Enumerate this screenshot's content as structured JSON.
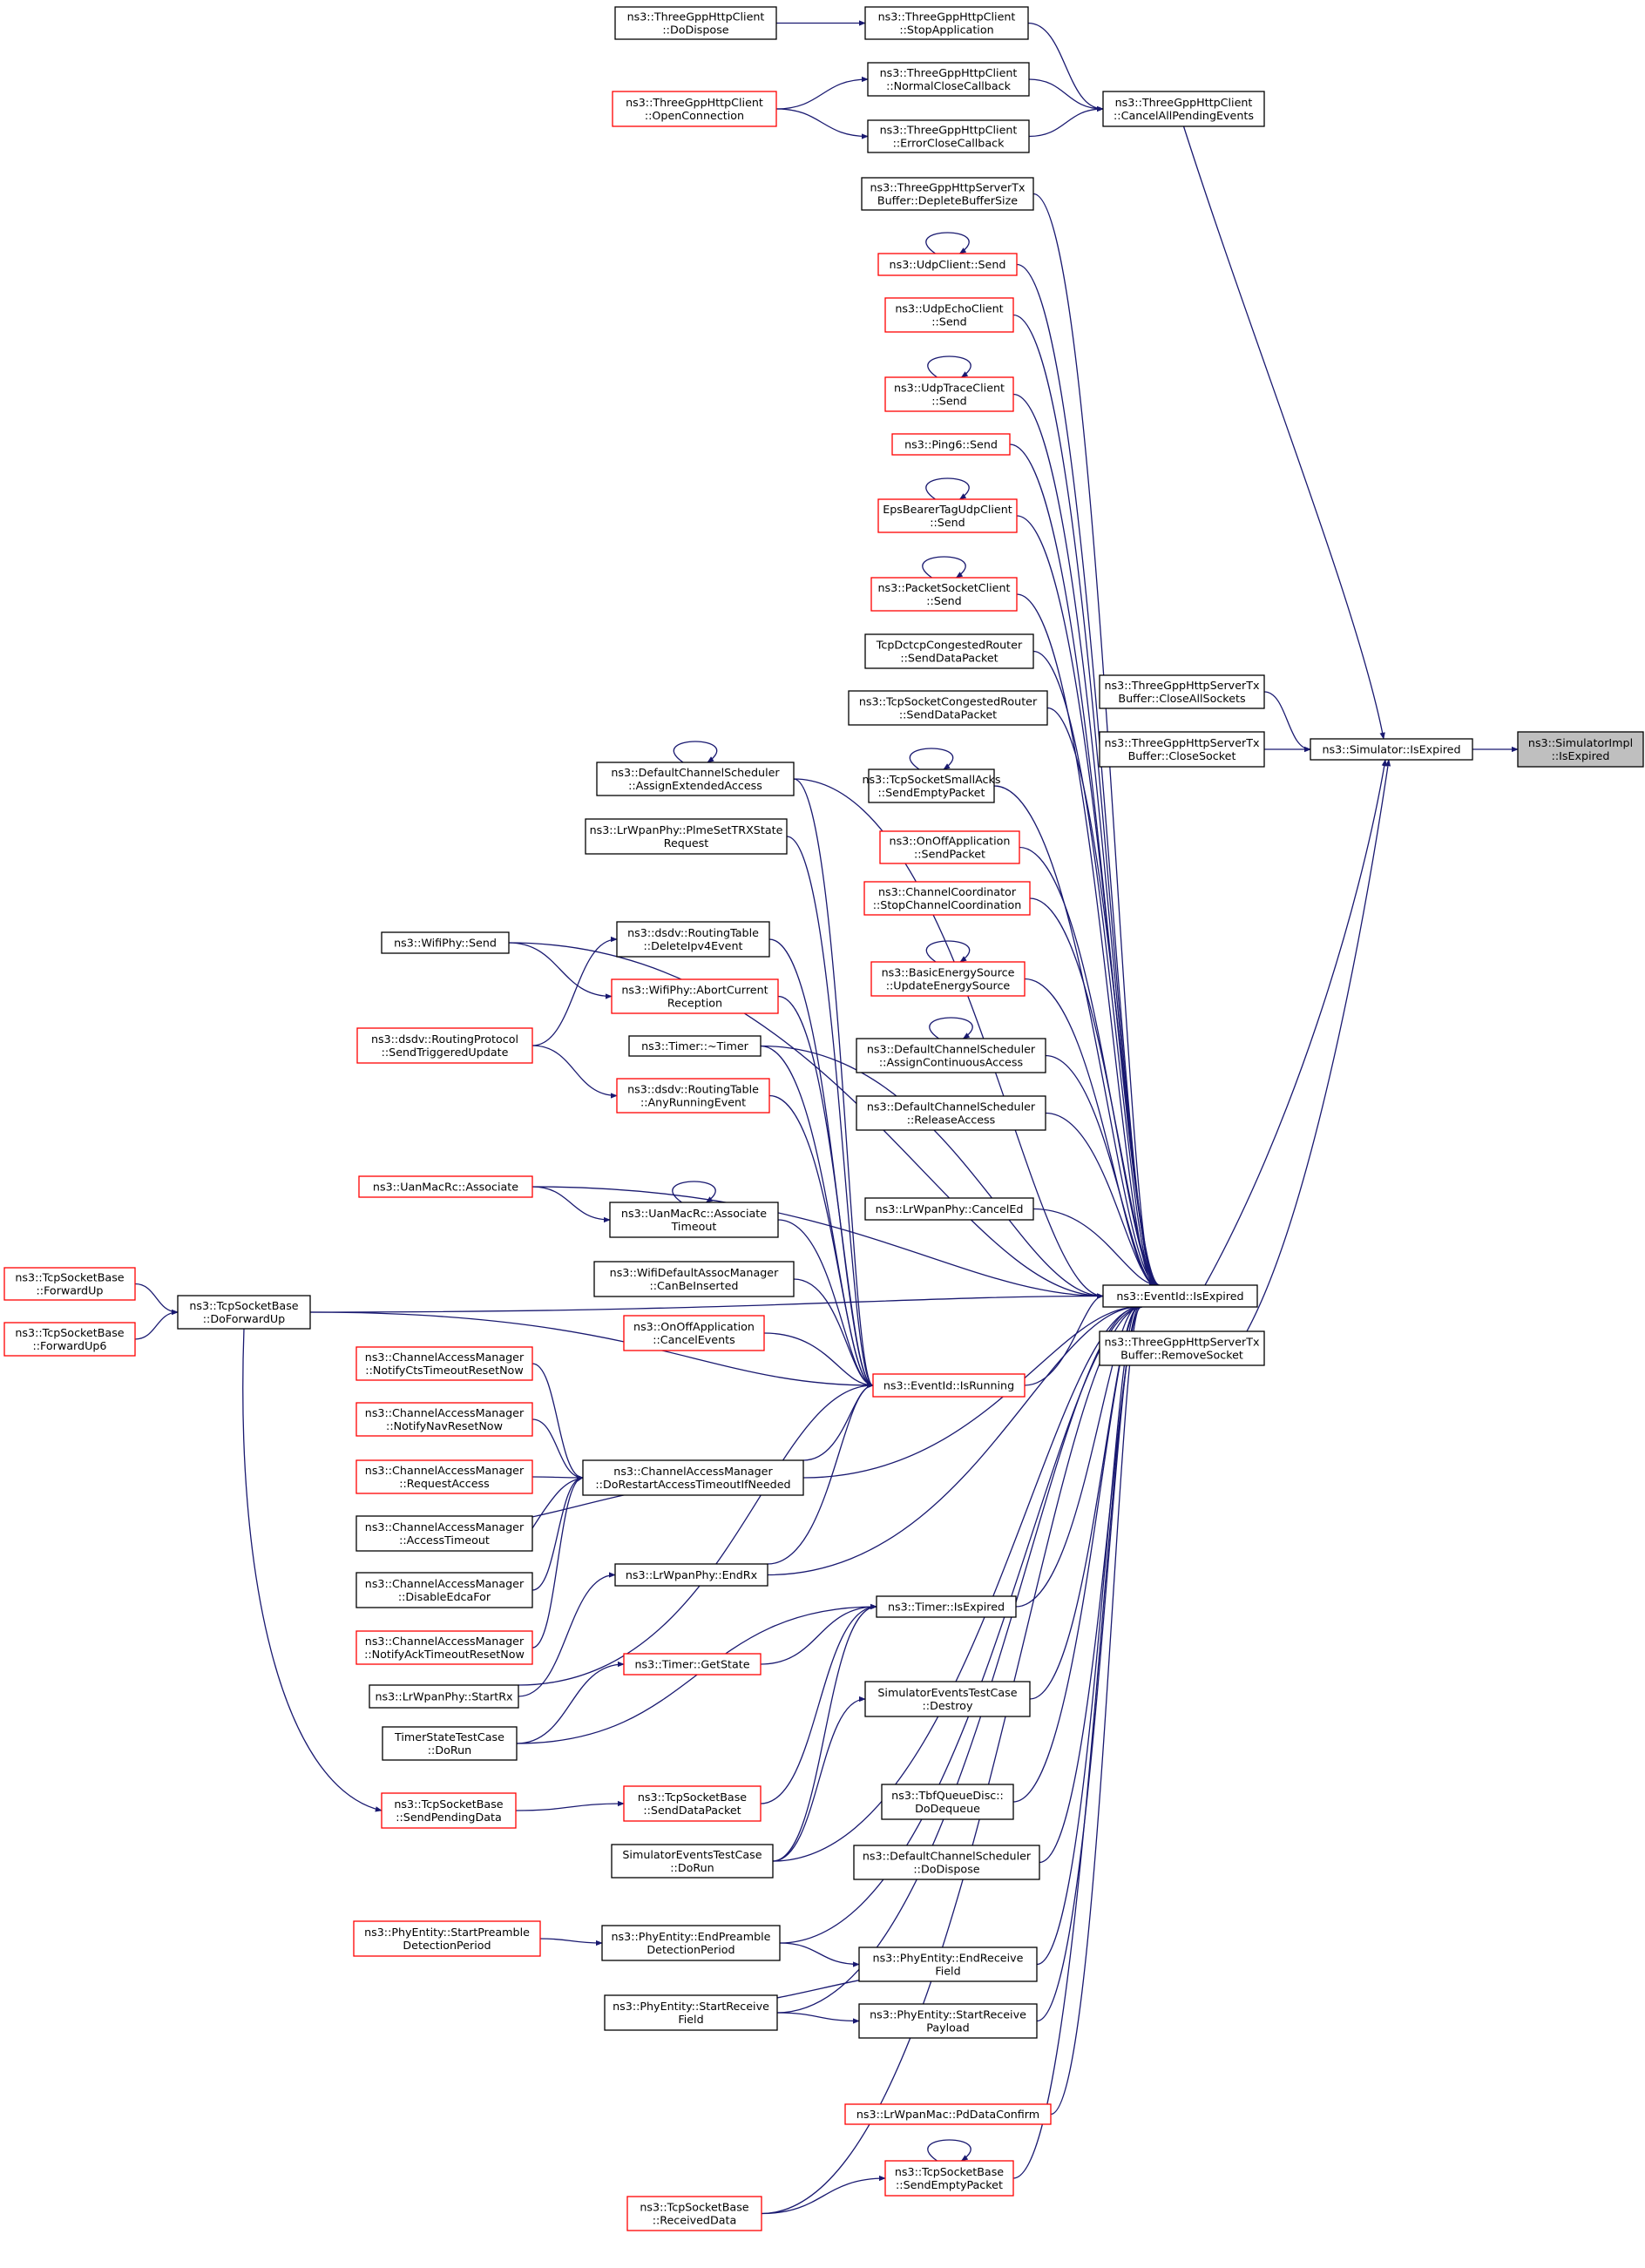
{
  "colors": {
    "edge": "#191970",
    "normal_border": "#000000",
    "truncated_border": "#ff0000",
    "highlight_fill": "#bfbfbf",
    "fill": "#ffffff"
  },
  "graph": {
    "nodes": [
      {
        "id": "n0",
        "lines": [
          "ns3::SimulatorImpl",
          "::IsExpired"
        ],
        "style": "highlight"
      },
      {
        "id": "n1",
        "lines": [
          "ns3::Simulator::IsExpired"
        ],
        "style": "normal"
      },
      {
        "id": "n2",
        "lines": [
          "ns3::ThreeGppHttpClient",
          "::CancelAllPendingEvents"
        ],
        "style": "normal"
      },
      {
        "id": "n3",
        "lines": [
          "ns3::ThreeGppHttpClient",
          "::StopApplication"
        ],
        "style": "normal"
      },
      {
        "id": "n4",
        "lines": [
          "ns3::ThreeGppHttpClient",
          "::DoDispose"
        ],
        "style": "normal"
      },
      {
        "id": "n5",
        "lines": [
          "ns3::ThreeGppHttpClient",
          "::NormalCloseCallback"
        ],
        "style": "normal"
      },
      {
        "id": "n6",
        "lines": [
          "ns3::ThreeGppHttpClient",
          "::OpenConnection"
        ],
        "style": "truncated"
      },
      {
        "id": "n7",
        "lines": [
          "ns3::ThreeGppHttpClient",
          "::ErrorCloseCallback"
        ],
        "style": "normal"
      },
      {
        "id": "n8",
        "lines": [
          "ns3::ThreeGppHttpServerTx",
          "Buffer::DepleteBufferSize"
        ],
        "style": "normal"
      },
      {
        "id": "n9",
        "lines": [
          "ns3::UdpClient::Send"
        ],
        "style": "truncated"
      },
      {
        "id": "n10",
        "lines": [
          "ns3::UdpEchoClient",
          "::Send"
        ],
        "style": "truncated"
      },
      {
        "id": "n11",
        "lines": [
          "ns3::UdpTraceClient",
          "::Send"
        ],
        "style": "truncated"
      },
      {
        "id": "n12",
        "lines": [
          "ns3::Ping6::Send"
        ],
        "style": "truncated"
      },
      {
        "id": "n13",
        "lines": [
          "EpsBearerTagUdpClient",
          "::Send"
        ],
        "style": "truncated"
      },
      {
        "id": "n14",
        "lines": [
          "ns3::PacketSocketClient",
          "::Send"
        ],
        "style": "truncated"
      },
      {
        "id": "n15",
        "lines": [
          "TcpDctcpCongestedRouter",
          "::SendDataPacket"
        ],
        "style": "normal"
      },
      {
        "id": "n16",
        "lines": [
          "ns3::ThreeGppHttpServerTx",
          "Buffer::CloseAllSockets"
        ],
        "style": "normal"
      },
      {
        "id": "n17",
        "lines": [
          "ns3::TcpSocketCongestedRouter",
          "::SendDataPacket"
        ],
        "style": "normal"
      },
      {
        "id": "n18",
        "lines": [
          "ns3::ThreeGppHttpServerTx",
          "Buffer::CloseSocket"
        ],
        "style": "normal"
      },
      {
        "id": "n19",
        "lines": [
          "ns3::DefaultChannelScheduler",
          "::AssignExtendedAccess"
        ],
        "style": "normal"
      },
      {
        "id": "n20",
        "lines": [
          "ns3::TcpSocketSmallAcks",
          "::SendEmptyPacket"
        ],
        "style": "normal"
      },
      {
        "id": "n21",
        "lines": [
          "ns3::LrWpanPhy::PlmeSetTRXState",
          "Request"
        ],
        "style": "normal"
      },
      {
        "id": "n22",
        "lines": [
          "ns3::OnOffApplication",
          "::SendPacket"
        ],
        "style": "truncated"
      },
      {
        "id": "n23",
        "lines": [
          "ns3::ChannelCoordinator",
          "::StopChannelCoordination"
        ],
        "style": "truncated"
      },
      {
        "id": "n24",
        "lines": [
          "ns3::WifiPhy::Send"
        ],
        "style": "normal"
      },
      {
        "id": "n25",
        "lines": [
          "ns3::dsdv::RoutingTable",
          "::DeleteIpv4Event"
        ],
        "style": "normal"
      },
      {
        "id": "n26",
        "lines": [
          "ns3::BasicEnergySource",
          "::UpdateEnergySource"
        ],
        "style": "truncated"
      },
      {
        "id": "n27",
        "lines": [
          "ns3::WifiPhy::AbortCurrent",
          "Reception"
        ],
        "style": "truncated"
      },
      {
        "id": "n28",
        "lines": [
          "ns3::dsdv::RoutingProtocol",
          "::SendTriggeredUpdate"
        ],
        "style": "truncated"
      },
      {
        "id": "n29",
        "lines": [
          "ns3::Timer::~Timer"
        ],
        "style": "normal"
      },
      {
        "id": "n30",
        "lines": [
          "ns3::DefaultChannelScheduler",
          "::AssignContinuousAccess"
        ],
        "style": "normal"
      },
      {
        "id": "n31",
        "lines": [
          "ns3::dsdv::RoutingTable",
          "::AnyRunningEvent"
        ],
        "style": "truncated"
      },
      {
        "id": "n32",
        "lines": [
          "ns3::DefaultChannelScheduler",
          "::ReleaseAccess"
        ],
        "style": "normal"
      },
      {
        "id": "n33",
        "lines": [
          "ns3::UanMacRc::Associate"
        ],
        "style": "truncated"
      },
      {
        "id": "n34",
        "lines": [
          "ns3::LrWpanPhy::CancelEd"
        ],
        "style": "normal"
      },
      {
        "id": "n35",
        "lines": [
          "ns3::UanMacRc::Associate",
          "Timeout"
        ],
        "style": "normal"
      },
      {
        "id": "n36",
        "lines": [
          "ns3::TcpSocketBase",
          "::ForwardUp"
        ],
        "style": "truncated"
      },
      {
        "id": "n37",
        "lines": [
          "ns3::WifiDefaultAssocManager",
          "::CanBeInserted"
        ],
        "style": "normal"
      },
      {
        "id": "n38",
        "lines": [
          "ns3::EventId::IsExpired"
        ],
        "style": "normal"
      },
      {
        "id": "n39",
        "lines": [
          "ns3::TcpSocketBase",
          "::DoForwardUp"
        ],
        "style": "normal"
      },
      {
        "id": "n40",
        "lines": [
          "ns3::TcpSocketBase",
          "::ForwardUp6"
        ],
        "style": "truncated"
      },
      {
        "id": "n41",
        "lines": [
          "ns3::OnOffApplication",
          "::CancelEvents"
        ],
        "style": "truncated"
      },
      {
        "id": "n42",
        "lines": [
          "ns3::ThreeGppHttpServerTx",
          "Buffer::RemoveSocket"
        ],
        "style": "normal"
      },
      {
        "id": "n43",
        "lines": [
          "ns3::ChannelAccessManager",
          "::NotifyCtsTimeoutResetNow"
        ],
        "style": "truncated"
      },
      {
        "id": "n44",
        "lines": [
          "ns3::EventId::IsRunning"
        ],
        "style": "truncated"
      },
      {
        "id": "n45",
        "lines": [
          "ns3::ChannelAccessManager",
          "::NotifyNavResetNow"
        ],
        "style": "truncated"
      },
      {
        "id": "n46",
        "lines": [
          "ns3::ChannelAccessManager",
          "::RequestAccess"
        ],
        "style": "truncated"
      },
      {
        "id": "n47",
        "lines": [
          "ns3::ChannelAccessManager",
          "::DoRestartAccessTimeoutIfNeeded"
        ],
        "style": "normal"
      },
      {
        "id": "n48",
        "lines": [
          "ns3::ChannelAccessManager",
          "::AccessTimeout"
        ],
        "style": "normal"
      },
      {
        "id": "n49",
        "lines": [
          "ns3::LrWpanPhy::EndRx"
        ],
        "style": "normal"
      },
      {
        "id": "n50",
        "lines": [
          "ns3::ChannelAccessManager",
          "::DisableEdcaFor"
        ],
        "style": "normal"
      },
      {
        "id": "n51",
        "lines": [
          "ns3::Timer::IsExpired"
        ],
        "style": "normal"
      },
      {
        "id": "n52",
        "lines": [
          "ns3::ChannelAccessManager",
          "::NotifyAckTimeoutResetNow"
        ],
        "style": "truncated"
      },
      {
        "id": "n53",
        "lines": [
          "ns3::Timer::GetState"
        ],
        "style": "truncated"
      },
      {
        "id": "n54",
        "lines": [
          "ns3::LrWpanPhy::StartRx"
        ],
        "style": "normal"
      },
      {
        "id": "n55",
        "lines": [
          "SimulatorEventsTestCase",
          "::Destroy"
        ],
        "style": "normal"
      },
      {
        "id": "n56",
        "lines": [
          "TimerStateTestCase",
          "::DoRun"
        ],
        "style": "normal"
      },
      {
        "id": "n57",
        "lines": [
          "ns3::TcpSocketBase",
          "::SendDataPacket"
        ],
        "style": "truncated"
      },
      {
        "id": "n58",
        "lines": [
          "ns3::TcpSocketBase",
          "::SendPendingData"
        ],
        "style": "truncated"
      },
      {
        "id": "n59",
        "lines": [
          "ns3::TbfQueueDisc::",
          "DoDequeue"
        ],
        "style": "normal"
      },
      {
        "id": "n60",
        "lines": [
          "SimulatorEventsTestCase",
          "::DoRun"
        ],
        "style": "normal"
      },
      {
        "id": "n61",
        "lines": [
          "ns3::DefaultChannelScheduler",
          "::DoDispose"
        ],
        "style": "normal"
      },
      {
        "id": "n62",
        "lines": [
          "ns3::PhyEntity::StartPreamble",
          "DetectionPeriod"
        ],
        "style": "truncated"
      },
      {
        "id": "n63",
        "lines": [
          "ns3::PhyEntity::EndPreamble",
          "DetectionPeriod"
        ],
        "style": "normal"
      },
      {
        "id": "n64",
        "lines": [
          "ns3::PhyEntity::EndReceive",
          "Field"
        ],
        "style": "normal"
      },
      {
        "id": "n65",
        "lines": [
          "ns3::PhyEntity::StartReceive",
          "Field"
        ],
        "style": "normal"
      },
      {
        "id": "n66",
        "lines": [
          "ns3::PhyEntity::StartReceive",
          "Payload"
        ],
        "style": "normal"
      },
      {
        "id": "n67",
        "lines": [
          "ns3::LrWpanMac::PdDataConfirm"
        ],
        "style": "truncated"
      },
      {
        "id": "n68",
        "lines": [
          "ns3::TcpSocketBase",
          "::SendEmptyPacket"
        ],
        "style": "truncated"
      },
      {
        "id": "n69",
        "lines": [
          "ns3::TcpSocketBase",
          "::ReceivedData"
        ],
        "style": "truncated"
      }
    ],
    "edges": [
      [
        "n1",
        "n0"
      ],
      [
        "n2",
        "n1"
      ],
      [
        "n16",
        "n1"
      ],
      [
        "n18",
        "n1"
      ],
      [
        "n38",
        "n1"
      ],
      [
        "n42",
        "n1"
      ],
      [
        "n3",
        "n2"
      ],
      [
        "n5",
        "n2"
      ],
      [
        "n7",
        "n2"
      ],
      [
        "n4",
        "n3"
      ],
      [
        "n6",
        "n5"
      ],
      [
        "n6",
        "n7"
      ],
      [
        "n8",
        "n38"
      ],
      [
        "n9",
        "n38"
      ],
      [
        "n10",
        "n38"
      ],
      [
        "n11",
        "n38"
      ],
      [
        "n12",
        "n38"
      ],
      [
        "n13",
        "n38"
      ],
      [
        "n14",
        "n38"
      ],
      [
        "n15",
        "n38"
      ],
      [
        "n17",
        "n38"
      ],
      [
        "n20",
        "n38"
      ],
      [
        "n22",
        "n38"
      ],
      [
        "n23",
        "n38"
      ],
      [
        "n26",
        "n38"
      ],
      [
        "n30",
        "n38"
      ],
      [
        "n32",
        "n38"
      ],
      [
        "n34",
        "n38"
      ],
      [
        "n44",
        "n38"
      ],
      [
        "n19",
        "n38"
      ],
      [
        "n24",
        "n38"
      ],
      [
        "n29",
        "n38"
      ],
      [
        "n33",
        "n38"
      ],
      [
        "n39",
        "n38"
      ],
      [
        "n47",
        "n38"
      ],
      [
        "n49",
        "n38"
      ],
      [
        "n51",
        "n38"
      ],
      [
        "n55",
        "n38"
      ],
      [
        "n59",
        "n38"
      ],
      [
        "n60",
        "n38"
      ],
      [
        "n61",
        "n38"
      ],
      [
        "n63",
        "n38"
      ],
      [
        "n64",
        "n38"
      ],
      [
        "n65",
        "n38"
      ],
      [
        "n66",
        "n38"
      ],
      [
        "n67",
        "n38"
      ],
      [
        "n68",
        "n38"
      ],
      [
        "n69",
        "n38"
      ],
      [
        "n9",
        "n9"
      ],
      [
        "n11",
        "n11"
      ],
      [
        "n13",
        "n13"
      ],
      [
        "n14",
        "n14"
      ],
      [
        "n19",
        "n19"
      ],
      [
        "n20",
        "n20"
      ],
      [
        "n26",
        "n26"
      ],
      [
        "n30",
        "n30"
      ],
      [
        "n35",
        "n35"
      ],
      [
        "n68",
        "n68"
      ],
      [
        "n19",
        "n44"
      ],
      [
        "n21",
        "n44"
      ],
      [
        "n25",
        "n44"
      ],
      [
        "n27",
        "n44"
      ],
      [
        "n29",
        "n44"
      ],
      [
        "n31",
        "n44"
      ],
      [
        "n35",
        "n44"
      ],
      [
        "n37",
        "n44"
      ],
      [
        "n41",
        "n44"
      ],
      [
        "n39",
        "n44"
      ],
      [
        "n47",
        "n44"
      ],
      [
        "n49",
        "n44"
      ],
      [
        "n54",
        "n44"
      ],
      [
        "n24",
        "n27"
      ],
      [
        "n28",
        "n25"
      ],
      [
        "n28",
        "n31"
      ],
      [
        "n33",
        "n35"
      ],
      [
        "n36",
        "n39"
      ],
      [
        "n40",
        "n39"
      ],
      [
        "n39",
        "n58"
      ],
      [
        "n43",
        "n47"
      ],
      [
        "n45",
        "n47"
      ],
      [
        "n46",
        "n47"
      ],
      [
        "n47",
        "n48"
      ],
      [
        "n48",
        "n47"
      ],
      [
        "n50",
        "n47"
      ],
      [
        "n52",
        "n47"
      ],
      [
        "n54",
        "n49"
      ],
      [
        "n53",
        "n51"
      ],
      [
        "n56",
        "n53"
      ],
      [
        "n56",
        "n51"
      ],
      [
        "n57",
        "n51"
      ],
      [
        "n58",
        "n57"
      ],
      [
        "n60",
        "n51"
      ],
      [
        "n60",
        "n55"
      ],
      [
        "n62",
        "n63"
      ],
      [
        "n63",
        "n64"
      ],
      [
        "n64",
        "n65"
      ],
      [
        "n65",
        "n66"
      ],
      [
        "n69",
        "n68"
      ]
    ]
  }
}
